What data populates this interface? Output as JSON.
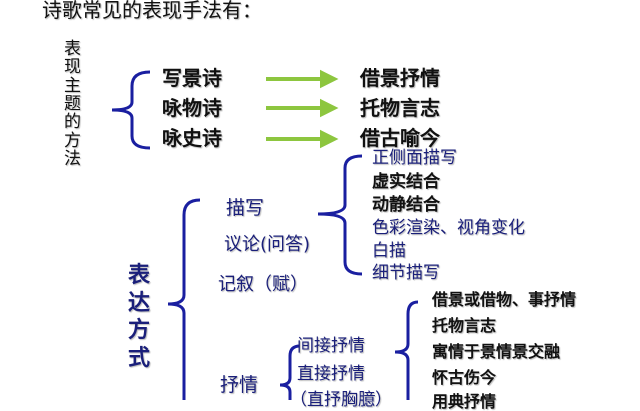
{
  "title": "诗歌常见的表现手法有：",
  "theme": {
    "label": "表现主题的方法",
    "rows": [
      {
        "type": "写景诗",
        "method": "借景抒情"
      },
      {
        "type": "咏物诗",
        "method": "托物言志"
      },
      {
        "type": "咏史诗",
        "method": "借古喻今"
      }
    ],
    "arrow_color": "#8dc63f"
  },
  "expression": {
    "label": "表达方式",
    "items": [
      "描写",
      "议论(问答)",
      "记叙（赋）",
      "抒情"
    ],
    "description_methods": [
      "正侧面描写",
      "虚实结合",
      "动静结合",
      "色彩渲染、视角变化",
      "白描",
      "细节描写"
    ],
    "lyric_types": [
      "间接抒情",
      "直接抒情",
      "（直抒胸臆）"
    ],
    "indirect_methods": [
      "借景或借物、事抒情",
      "托物言志",
      "寓情于景情景交融",
      "怀古伤今",
      "用典抒情"
    ]
  },
  "brace_color": "#1a1fa0"
}
